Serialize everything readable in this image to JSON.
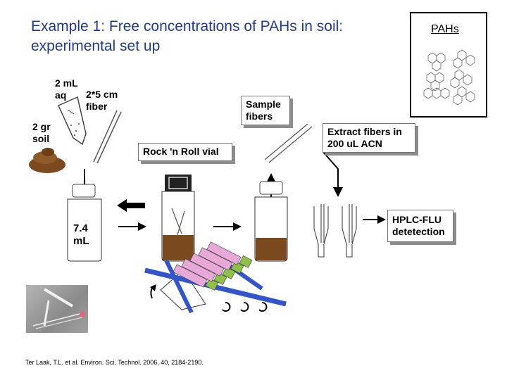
{
  "title": {
    "line1": "Example 1: Free concentrations of PAHs in soil:",
    "line2": "experimental set up"
  },
  "pahs_box": {
    "label": "PAHs"
  },
  "labels": {
    "aq": [
      "2 mL",
      "aq"
    ],
    "fiber": [
      "2*5 cm",
      "fiber"
    ],
    "soil": [
      "2 gr",
      "soil"
    ],
    "volume": [
      "7.4",
      "mL"
    ]
  },
  "boxes": {
    "rock_roll": "Rock 'n Roll vial",
    "sample_fibers": [
      "Sample",
      "fibers"
    ],
    "extract": [
      "Extract fibers in",
      "200 uL ACN"
    ],
    "hplc": [
      "HPLC-FLU",
      "detetection"
    ]
  },
  "citation": "Ter Laak, T.L. et al. Environ. Sci. Technol. 2006, 40, 2184-2190.",
  "colors": {
    "title": "#1f3a93",
    "soil": "#7a4a1e",
    "roller_blue": "#3355cc",
    "roller_pink": "#e8a8d8",
    "roller_green": "#8fc04a"
  }
}
